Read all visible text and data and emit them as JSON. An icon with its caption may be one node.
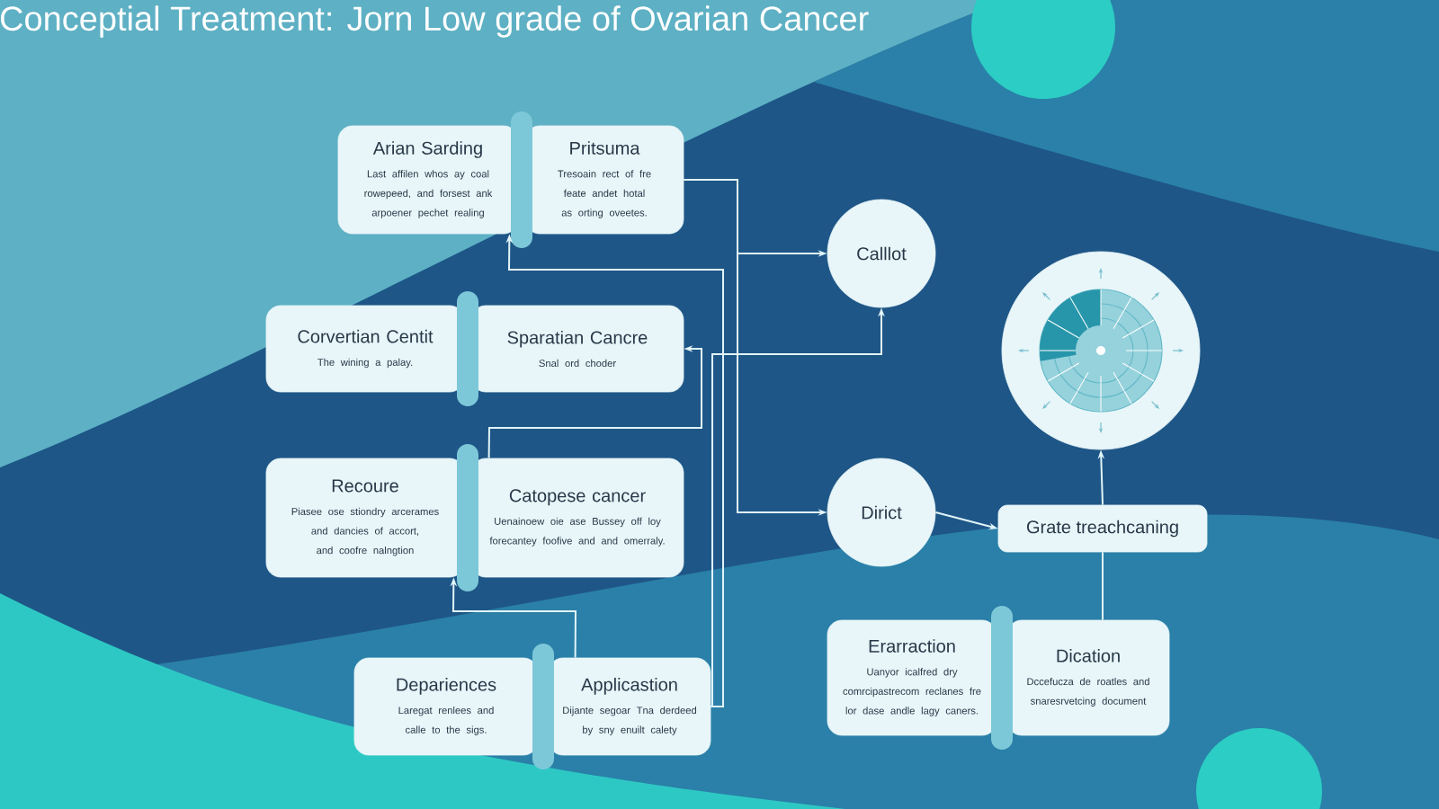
{
  "diagram": {
    "title": "Conceptial Treatment: Jorn Low grade of Ovarian Cancer",
    "nodes": [
      {
        "text": [
          "Arian Sarding",
          "Last affilen whos ay coal rowepeed, and forsest ank arpoener pechet realing"
        ]
      },
      {
        "text": [
          "Pritsuma",
          "Tresoain rect of fre feate andet hotal as orting oveetes."
        ]
      },
      {
        "text": [
          "Corvertian Centit",
          "The wining a palay."
        ]
      },
      {
        "text": [
          "Sparatian Cancre",
          "Snal ord choder"
        ]
      },
      {
        "text": [
          "Recoure",
          "Piasee ose stiondry arcerames and dancies of accort, and coofre nalngtion"
        ]
      },
      {
        "text": [
          "Catopese cancer",
          "Uenainoew oie ase Bussey off loy forecantey foofive and and omerraly."
        ]
      },
      {
        "text": [
          "Depariences",
          "Laregat renlees and calle to the sigs."
        ]
      },
      {
        "text": [
          "Applicastion",
          "Dijante segoar Tna derdeed by sny enuilt calety"
        ]
      },
      {
        "text": [
          "Calllot"
        ]
      },
      {
        "text": [],
        "shape": "circle"
      },
      {
        "text": [
          "Dirict"
        ]
      },
      {
        "text": [
          "Grate treachcaning"
        ]
      },
      {
        "text": [
          "Erarraction",
          "Uanyor icalfred dry comrcipastrecom reclanes fre lor dase andle lagy caners."
        ]
      },
      {
        "text": [
          "Dication",
          "Dccefucza de roatles and snaresrvetcing document"
        ]
      }
    ],
    "edges": [
      {
        "from": 1,
        "to": 8,
        "arrow": "to"
      },
      {
        "from": 1,
        "to": 10,
        "arrow": "to"
      },
      {
        "from": 5,
        "to": 3,
        "arrow": "to"
      },
      {
        "from": 7,
        "to": 0,
        "arrow": "to"
      },
      {
        "from": 7,
        "to": 8,
        "arrow": "to"
      },
      {
        "from": 7,
        "to": 4,
        "arrow": "to"
      },
      {
        "from": 10,
        "to": 11,
        "arrow": "to"
      },
      {
        "from": 11,
        "to": 9,
        "arrow": "to"
      },
      {
        "from": 13,
        "to": 11,
        "arrow": "none"
      }
    ]
  }
}
